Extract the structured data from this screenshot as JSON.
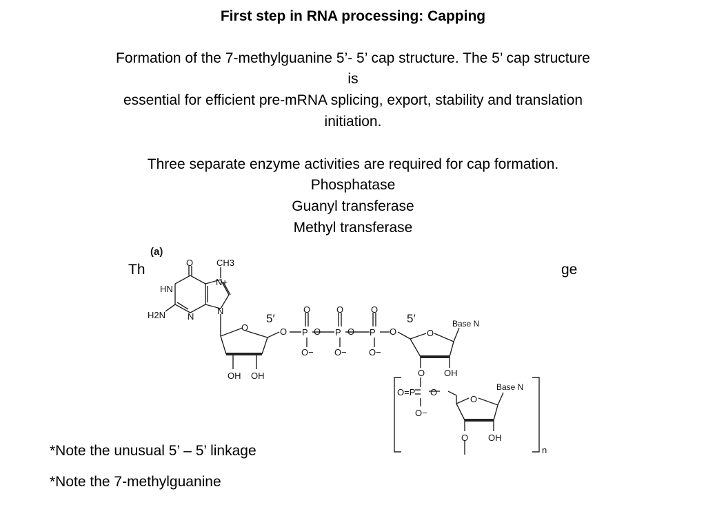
{
  "slide": {
    "title": "First step in RNA processing:  Capping",
    "description_lines": [
      "Formation of the 7-methylguanine 5’- 5’ cap structure.  The 5’ cap structure",
      "is",
      "essential for efficient pre-mRNA splicing, export, stability and translation",
      "initiation."
    ],
    "enzymes_intro": "Three separate enzyme activities are required for cap formation.",
    "enzymes": [
      "Phosphatase",
      "Guanyl transferase",
      "Methyl transferase"
    ],
    "obscured_left": "Th",
    "obscured_right": "ge",
    "notes": [
      "*Note the unusual 5’ – 5’ linkage",
      "*Note the 7-methylguanine"
    ]
  },
  "figure": {
    "panel_label": "(a)",
    "five_prime_label": "5′",
    "methyl": "CH3",
    "nplus": "N+",
    "base_label": "Base N",
    "repeat_subscript": "n",
    "oh": "OH",
    "o": "O",
    "p": "P",
    "o_minus": "O−",
    "hn": "HN",
    "n": "N",
    "h2n": "H2N",
    "o_eq_p": "O=P"
  }
}
